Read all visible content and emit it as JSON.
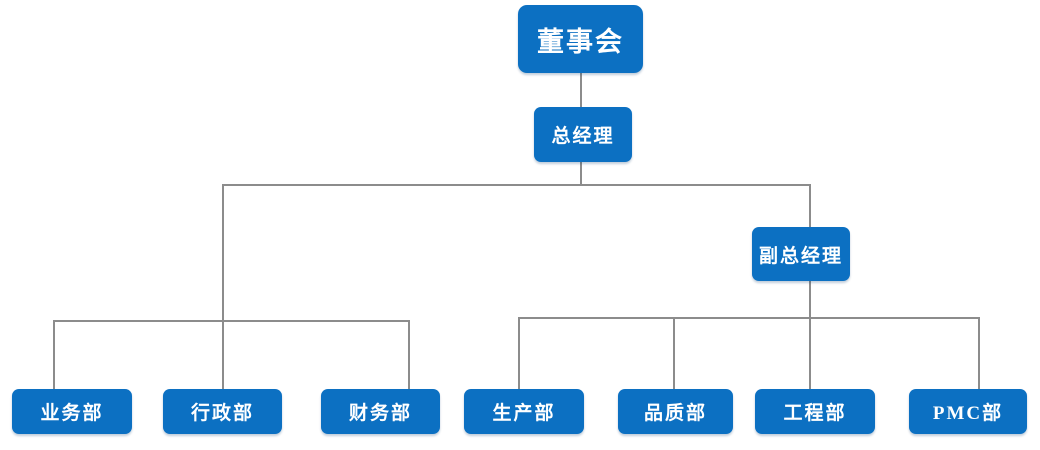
{
  "diagram_type": "org-chart",
  "colors": {
    "node_fill": "#0c70c2",
    "node_text": "#ffffff",
    "connector": "#8c8c8c",
    "background": "#ffffff"
  },
  "nodes": {
    "board": {
      "label": "董事会",
      "level": 1
    },
    "general_manager": {
      "label": "总经理",
      "level": 2
    },
    "deputy_manager": {
      "label": "副总经理",
      "level": 2
    },
    "dept_business": {
      "label": "业务部",
      "level": 3
    },
    "dept_admin": {
      "label": "行政部",
      "level": 3
    },
    "dept_finance": {
      "label": "财务部",
      "level": 3
    },
    "dept_production": {
      "label": "生产部",
      "level": 3
    },
    "dept_quality": {
      "label": "品质部",
      "level": 3
    },
    "dept_engineering": {
      "label": "工程部",
      "level": 3
    },
    "dept_pmc": {
      "label": "PMC部",
      "level": 3
    }
  },
  "hierarchy": {
    "root": "董事会",
    "edges": [
      [
        "董事会",
        "总经理"
      ],
      [
        "总经理",
        "业务部"
      ],
      [
        "总经理",
        "行政部"
      ],
      [
        "总经理",
        "财务部"
      ],
      [
        "总经理",
        "副总经理"
      ],
      [
        "副总经理",
        "生产部"
      ],
      [
        "副总经理",
        "品质部"
      ],
      [
        "副总经理",
        "工程部"
      ],
      [
        "副总经理",
        "PMC部"
      ]
    ]
  }
}
